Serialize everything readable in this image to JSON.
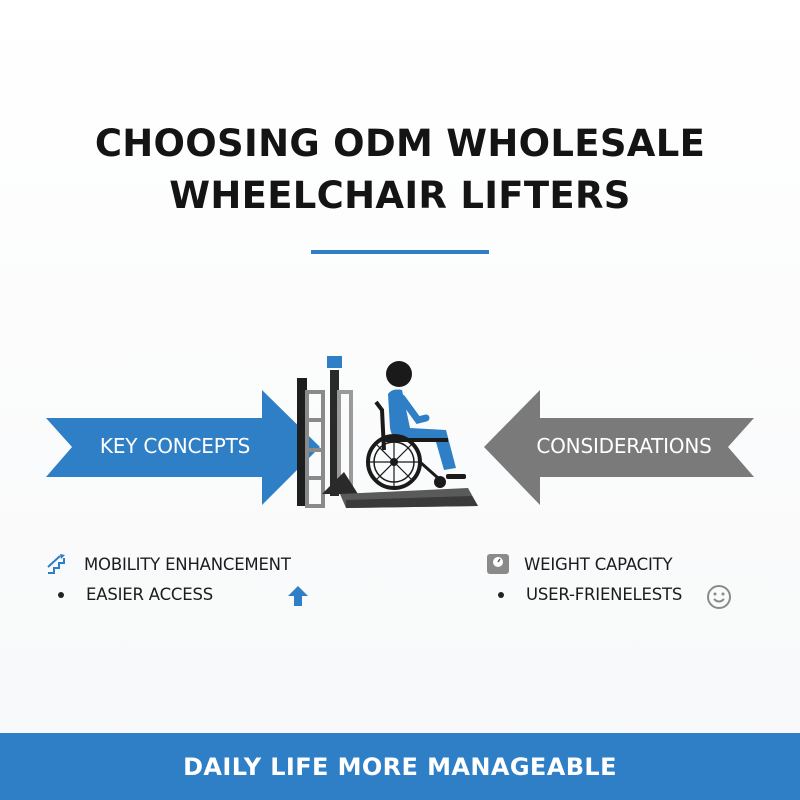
{
  "header": {
    "title_line1": "CHOOSING ODM WHOLESALE",
    "title_line2": "WHEELCHAIR LIFTERS"
  },
  "diagram": {
    "left_arrow_label": "KEY CONCEPTS",
    "right_arrow_label": "CONSIDERATIONS",
    "left_items": [
      {
        "label": "MOBILITY ENHANCEMENT",
        "icon": "stairs-lift-icon"
      },
      {
        "label": "EASIER ACCESS",
        "icon": "up-arrow-icon"
      }
    ],
    "right_items": [
      {
        "label": "WEIGHT CAPACITY",
        "icon": "scale-icon"
      },
      {
        "label": "USER-FRIENELESTS",
        "icon": "smiley-icon"
      }
    ]
  },
  "footer": {
    "text": "DAILY LIFE MORE MANAGEABLE"
  },
  "colors": {
    "accent_blue": "#2f7fc7",
    "gray": "#7a7a7a",
    "dark": "#141414"
  }
}
